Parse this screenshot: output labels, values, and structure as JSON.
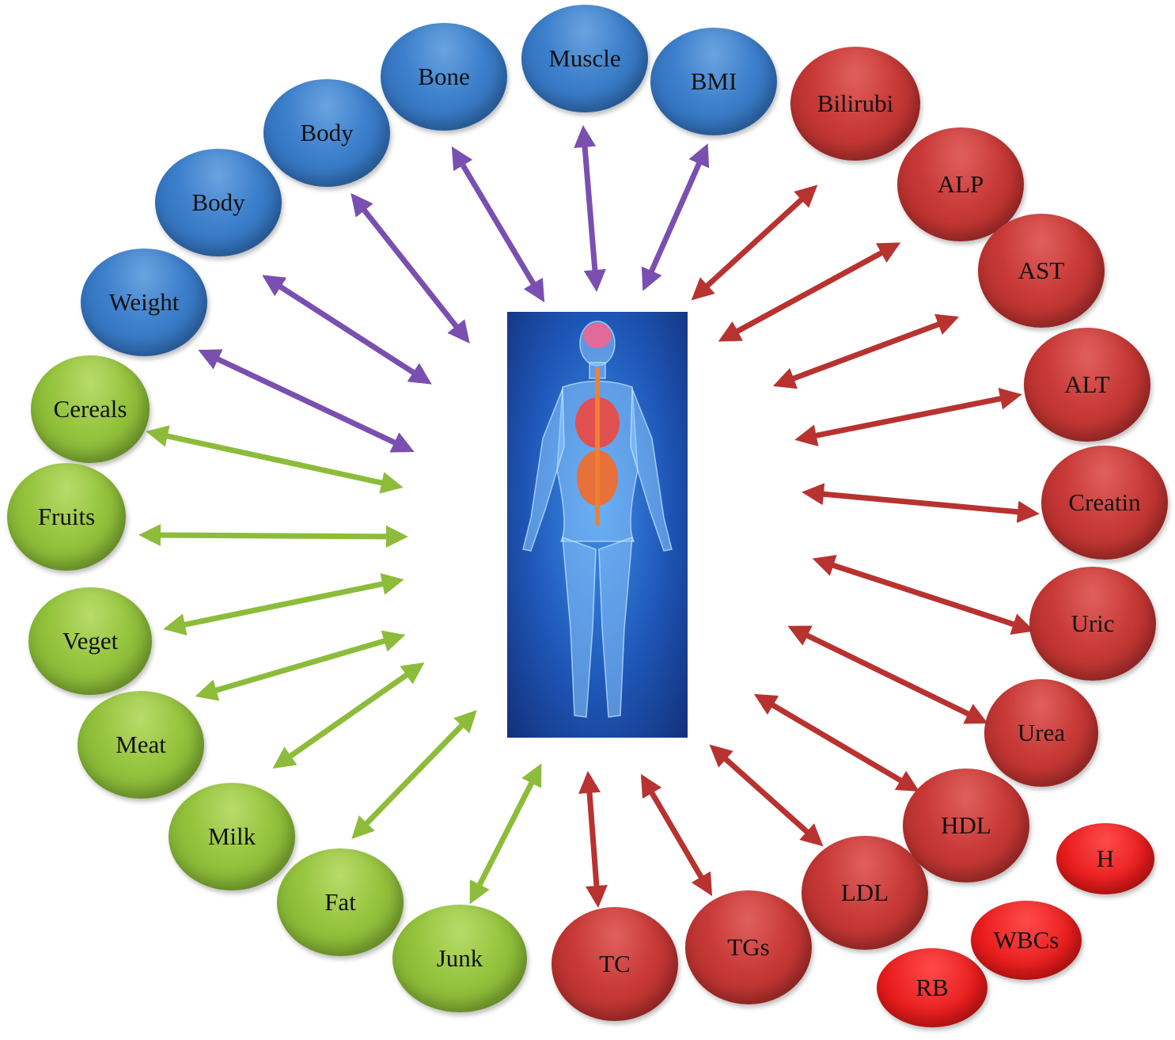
{
  "colors": {
    "body_arrow": "#7a4fb0",
    "diet_arrow": "#8cbc3a",
    "blood_arrow": "#b83230"
  },
  "body_composition": [
    {
      "label": "Weight"
    },
    {
      "label": "Body"
    },
    {
      "label": "Body"
    },
    {
      "label": "Bone"
    },
    {
      "label": "Muscle"
    },
    {
      "label": "BMI"
    }
  ],
  "biochemistry": [
    {
      "label": "Bilirubi"
    },
    {
      "label": "ALP"
    },
    {
      "label": "AST"
    },
    {
      "label": "ALT"
    },
    {
      "label": "Creatin"
    },
    {
      "label": "Uric"
    },
    {
      "label": "Urea"
    },
    {
      "label": "HDL"
    },
    {
      "label": "LDL"
    },
    {
      "label": "TGs"
    },
    {
      "label": "TC"
    }
  ],
  "blood_cells": [
    {
      "label": "H"
    },
    {
      "label": "WBCs"
    },
    {
      "label": "RB"
    }
  ],
  "diet": [
    {
      "label": "Cereals"
    },
    {
      "label": "Fruits"
    },
    {
      "label": "Veget"
    },
    {
      "label": "Meat"
    },
    {
      "label": "Milk"
    },
    {
      "label": "Fat"
    },
    {
      "label": "Junk"
    }
  ],
  "center_image": "human-anatomy-figure"
}
